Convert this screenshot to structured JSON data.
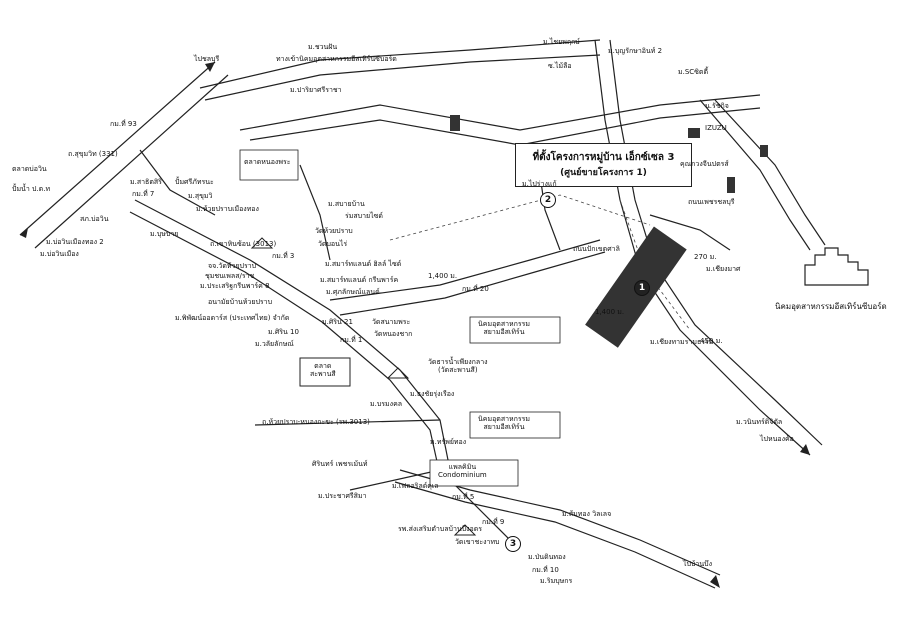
{
  "title": {
    "line1": "ที่ตั้งโครงการหมู่บ้าน เอ็กซ์เซล 3",
    "line2": "(ศูนย์ขายโครงการ 1)"
  },
  "markers": {
    "m1": "1",
    "m2": "2",
    "m3": "3"
  },
  "estate": {
    "name": "นิคมอุตสาหกรรมอีสเทิร์นซีบอร์ด"
  },
  "places": {
    "p_chonfang": "ม.ชวนฝัน",
    "p_industrial_council": "ทางเข้านิคมอุตสาหกรรมอีสเทิร์นซีบอร์ด",
    "p_pitak": "ม.ปาริยาศรีราชา",
    "p_chaiya": "ม.ไชยพฤกษ์",
    "p_bunyarak": "ม.บุญรักษาอินท์ 2",
    "p_mailot": "ซ.ไม้ลือ",
    "p_sc": "ม.SCซิตตี้",
    "p_ratchakit": "น.รัชกิจ",
    "p_km93": "กม.ที่ 93",
    "p_sukhumvit": "ถ.สุขุมวิท (331)",
    "p_market": "ตลาดบ่อวิน",
    "p_ptt": "ปั้มน้ำ ป.ต.ท",
    "p_police": "สภ.บ่อวิน",
    "p_bowin2": "ม.บ่อวินเมืองทอง 2",
    "p_bowin_town": "ม.บ่อวินเมือง",
    "p_satelite": "ม.สาธิตสิริ",
    "p_pumsiri": "ปั้มศรีภัทรนะ",
    "p_km7": "กม.ที่ 7",
    "p_sukhum": "ม.สุขุมวิ",
    "p_huaipong": "ม.ห้วยปราบเมืองทอง",
    "p_busit": "ม.บุษบาย",
    "p_chamnang": "วัดห้วยปราบ",
    "p_wat_huaipong": "จจ.วัดห้วยปราบ",
    "p_school": "ชุมชนเพลส/ราช",
    "p_green_park": "ม.ประเสริฐกรีนพาร์ค 8",
    "p_clinic": "อนามัยบ้านห้วยปราบ",
    "p_pipat": "ม.พิพัฒน์ออดาร์ส (ประเทศไทย) จำกัด",
    "p_sirin": "ม.ศิริน 10",
    "p_tesco": "ม.วลัยลักษณ์",
    "p_road3013": "ถ.เขาหินซ้อน (3013)",
    "p_km3": "กม.ที่ 3",
    "p_sabai": "ม.สบายบ้าน",
    "p_wat_bonit": "วัดบอนไร่",
    "p_mart": "ร่มสบายไซด์",
    "p_kaeng": "ม.สมาร์ทแลนด์ ฮิลล์ ไซด์",
    "p_market2": "ตลาดหนองพระ",
    "p_smart_park": "ม.สมาร์ทแลนด์ กรีนพาร์ค",
    "p_kamsak": "ม.ศุภลักษณ์แลนด์",
    "p_sirin21": "ม.ศิริน 21",
    "p_watchai": "วัดสนามพระ",
    "p_wat_bankai": "วัดหนองชาก",
    "p_km1": "กม.ที่ 1",
    "p_sabai_market": "ตลาด\nสะพานสี",
    "p_bundit": "ม.บรมงคล",
    "p_wat_nongkho": "วัดธารน้ำเพียงกลาง\n(วัดสะพานสี)",
    "p_wiangpang": "ม.ธงชัยรุ่งเรือง",
    "p_industrial2": "นิคมอุตสาหกรรม\nสยามอีสเทิร์น",
    "p_industrial3": "นิคมอุตสาหกรรม\nสยามอีสเทิร์น",
    "p_road_km20": "กม.ที่ 20",
    "p_road_3013b": "ถ.ห้วยปราบ-หนองกะขะ (รพ.3013)",
    "p_nongchak": "ม.ทรัพย์ทอง",
    "p_sirinpark": "ศิรินทร์ เพชรเม้นท์",
    "p_prachasri": "ม.ประชาศรีสิมา",
    "p_condo": "แพลคิมิน\nCondominium",
    "p_km5": "กม.ที่ 5",
    "p_siriraj": "ม.เฟลอริลด์ดุเล",
    "p_hospital": "รพ.ส่งเสริมตำบลบ้านบึงอดร",
    "p_wat_naya": "วัดเขาชะงาทบ",
    "p_km9": "กม.ที่ 9",
    "p_songsak": "ม.ส้มทอง วิลเลจ",
    "p_phinthong": "ม.ป่นดินทอง",
    "p_km10": "กม.ที่ 10",
    "p_riverview": "ม.ริมบุษกร",
    "p_to_chonburi": "ไปบ้านบึง",
    "p_to_banbung": "ไปบ้านบึง",
    "p_to_nongkho": "ไปหนองค้อ",
    "p_to_chonburi2": "ไปชลบุรี",
    "p_ptt2": "ม.ไปร่างแก้",
    "p_chiangmai": "ม.เชียงมาศ",
    "p_270": "270 ม.",
    "p_450": "450 ม.",
    "p_1400a": "1,400 ม.",
    "p_1400b": "1,400 ม.",
    "p_izuzu": "IZUZU",
    "p_kamphaeng": "คุณกวงจีนปตรส์",
    "p_sankaset": "ถนนเพชรชลบุรี",
    "p_industrial_eastern": "ถนนปักเขตศาลิ",
    "p_chewa": "ม.เชียงทามรามธรรม",
    "p_satun": "ม.วนินทร์ดิจิตัล"
  },
  "colors": {
    "road": "#222222",
    "background": "#ffffff"
  }
}
